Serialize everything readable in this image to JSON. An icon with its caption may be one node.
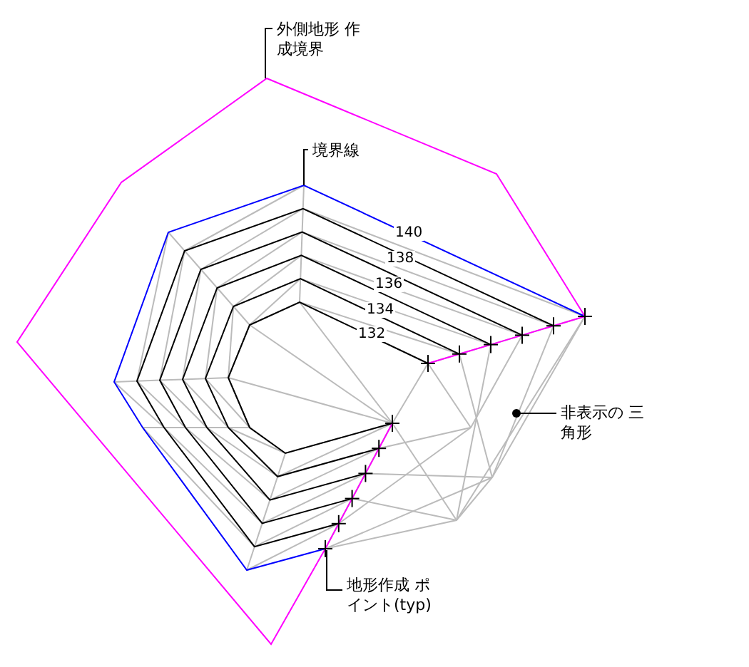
{
  "diagram": {
    "nodes": [
      {
        "text": [
          "外側地形 作成境界"
        ]
      },
      {
        "text": [
          "境界線"
        ]
      },
      {
        "text": [
          "非表示の 三角形"
        ]
      },
      {
        "text": [
          "地形作成 ポイント(typ)"
        ]
      }
    ],
    "edges": [
      {
        "from": 0,
        "to": null,
        "arrow": "none"
      },
      {
        "from": 1,
        "to": null,
        "arrow": "none"
      },
      {
        "from": 2,
        "to": null,
        "arrow": "other"
      },
      {
        "from": 3,
        "to": null,
        "arrow": "none"
      }
    ],
    "labels": [
      "140",
      "138",
      "136",
      "134",
      "132"
    ]
  }
}
